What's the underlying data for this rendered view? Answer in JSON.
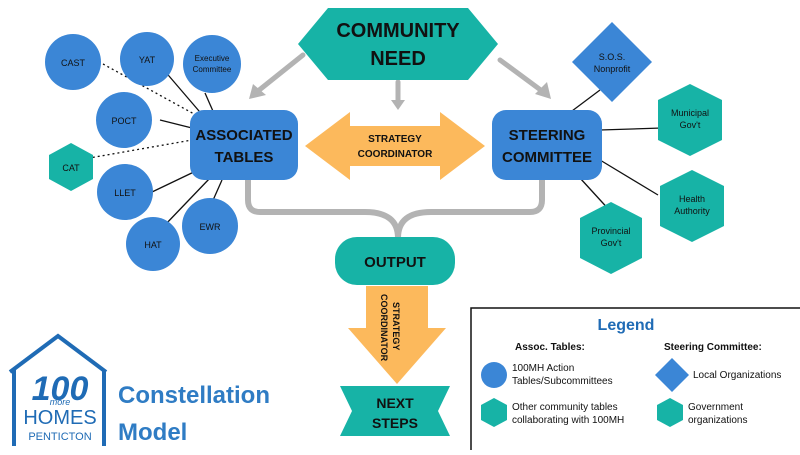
{
  "community_need": {
    "line1": "COMMUNITY",
    "line2": "NEED"
  },
  "associated_tables": {
    "line1": "ASSOCIATED",
    "line2": "TABLES"
  },
  "steering_committee": {
    "line1": "STEERING",
    "line2": "COMMITTEE"
  },
  "strategy_coordinator": {
    "line1": "STRATEGY",
    "line2": "COORDINATOR"
  },
  "output": "OUTPUT",
  "vertical_coordinator": {
    "line1": "STRATEGY",
    "line2": "COORDINATOR"
  },
  "next_steps": {
    "line1": "NEXT",
    "line2": "STEPS"
  },
  "tables": {
    "cast": "CAST",
    "yat": "YAT",
    "exec_1": "Executive",
    "exec_2": "Committee",
    "poct": "POCT",
    "cat": "CAT",
    "llet": "LLET",
    "ewr": "EWR",
    "hat": "HAT"
  },
  "steering_members": {
    "sos_1": "S.O.S.",
    "sos_2": "Nonprofit",
    "municipal_1": "Municipal",
    "municipal_2": "Gov't",
    "health_1": "Health",
    "health_2": "Authority",
    "provincial_1": "Provincial",
    "provincial_2": "Gov't"
  },
  "legend": {
    "title": "Legend",
    "assoc_heading": "Assoc. Tables:",
    "steering_heading": "Steering Committee:",
    "circle_1": "100MH Action",
    "circle_2": "Tables/Subcommittees",
    "hex_1": "Other community tables",
    "hex_2": "collaborating with 100MH",
    "diamond": "Local Organizations",
    "gov_hex_1": "Government",
    "gov_hex_2": "organizations"
  },
  "logo": {
    "number": "100",
    "more": "more",
    "homes": "HOMES",
    "city": "PENTICTON"
  },
  "model_title": {
    "line1": "Constellation",
    "line2": "Model"
  },
  "colors": {
    "blue": "#3b86d6",
    "teal": "#17b3a6",
    "orange": "#fcb95c",
    "gray": "#b3b3b3",
    "dark": "#111111",
    "brand_blue": "#1f6bb5",
    "title_blue": "#2f7cc4"
  }
}
